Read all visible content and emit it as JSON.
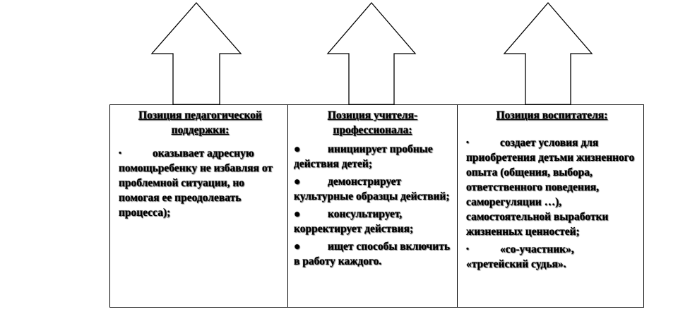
{
  "columns": [
    {
      "heading": "Позиция педагогической поддержки:",
      "bullet": "•",
      "items": [
        "оказывает адресную помощьребенку не избавляя от проблемной ситуации, но помогая ее преодолевать процесса);"
      ]
    },
    {
      "heading": "Позиция учителя-профессионала:",
      "bullet": "●",
      "items": [
        "инициирует пробные действия детей;",
        "демонстрирует культурные образцы действий;",
        "консультирует, корректирует действия;",
        "ищет способы включить в работу каждого."
      ]
    },
    {
      "heading": "Позиция воспитателя:",
      "bullet": "•",
      "items": [
        "создает условия для приобретения детьми жизненного опыта (общения, выбора, ответственного поведения, саморегуляции …), самостоятельной выработки жизненных ценностей;",
        "«со-участник», «третейский судья»."
      ]
    }
  ]
}
